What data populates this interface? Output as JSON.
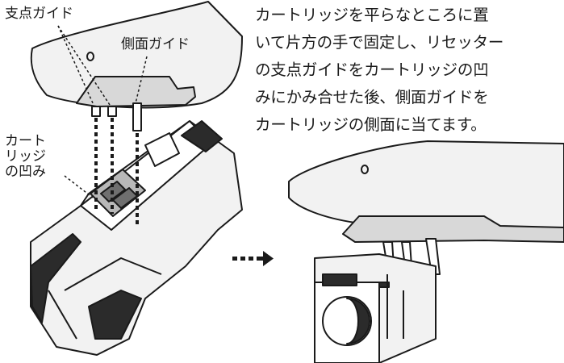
{
  "instruction_lines": [
    "カートリッジを平らなところに置",
    "いて片方の手で固定し、リセッター",
    "の支点ガイドをカートリッジの凹",
    "みにかみ合せた後、側面ガイドを",
    "カートリッジの側面に当てます。"
  ],
  "labels": {
    "pivot_guide": "支点ガイド",
    "side_guide": "側面ガイド",
    "cartridge_recess": [
      "カート",
      "リッジ",
      "の凹み"
    ]
  },
  "colors": {
    "outline": "#1a1a1a",
    "body_fill": "#f2f2f2",
    "dark_fill": "#2b2b2b",
    "mid_fill": "#b8b8b8"
  }
}
